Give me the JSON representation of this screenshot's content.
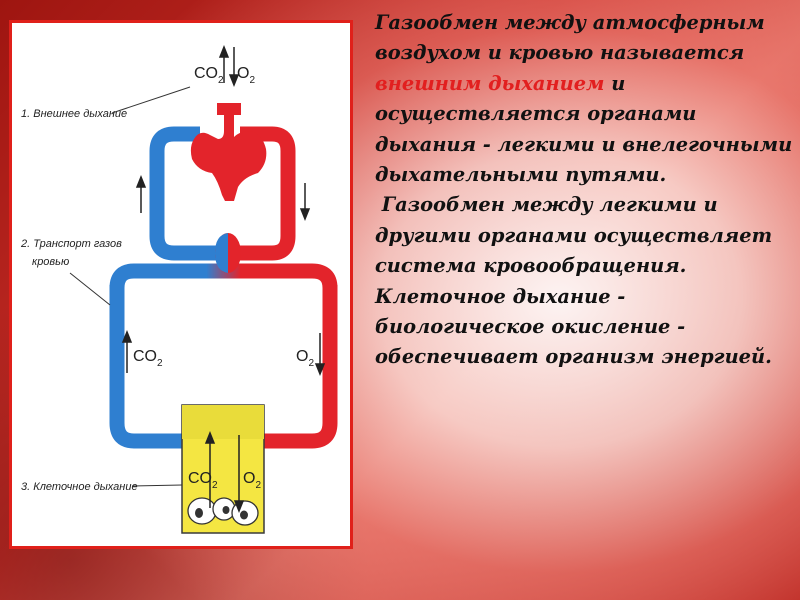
{
  "figure": {
    "labels": {
      "step1": "1. Внешнее дыхание",
      "step2_line1": "2. Транспорт газов",
      "step2_line2": "кровью",
      "step3": "3. Клеточное дыхание"
    },
    "gases": {
      "co2": "CO",
      "o2": "O",
      "subscript": "2"
    },
    "colors": {
      "venous": "#2f7fd0",
      "arterial": "#e3242b",
      "cell_box": "#f4e642",
      "frame": "#e0201a"
    }
  },
  "caption": {
    "p1_a": "Газообмен между атмосферным воздухом и кровью называется ",
    "p1_highlight": "внешним дыханием",
    "p1_b": " и осуществляется органами дыхания - легкими и внелегочными дыхательными путями.",
    "p2": "Газообмен между легкими и другими органами осуществляет система кровообращения.",
    "p3": "Клеточное дыхание - биологическое окисление - обеспечивает организм энергией."
  }
}
